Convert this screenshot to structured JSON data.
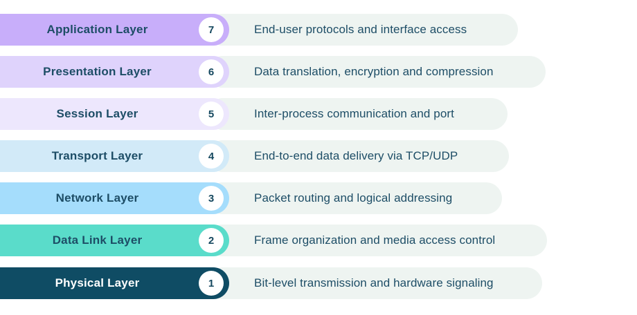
{
  "layers": [
    {
      "name": "Application Layer",
      "number": "7",
      "description": "End-user protocols and interface access",
      "color": "#C8AEFA",
      "text_color": "#1D4D66"
    },
    {
      "name": "Presentation Layer",
      "number": "6",
      "description": "Data translation, encryption and compression",
      "color": "#DFD3FC",
      "text_color": "#1D4D66"
    },
    {
      "name": "Session Layer",
      "number": "5",
      "description": "Inter-process communication and port",
      "color": "#EDE7FD",
      "text_color": "#1D4D66"
    },
    {
      "name": "Transport Layer",
      "number": "4",
      "description": "End-to-end data delivery via TCP/UDP",
      "color": "#D2EAF8",
      "text_color": "#1D4D66"
    },
    {
      "name": "Network Layer",
      "number": "3",
      "description": "Packet routing and logical addressing",
      "color": "#A5DDFC",
      "text_color": "#1D4D66"
    },
    {
      "name": "Data Link Layer",
      "number": "2",
      "description": "Frame organization and media access control",
      "color": "#5ADCCA",
      "text_color": "#1D4D66"
    },
    {
      "name": "Physical Layer",
      "number": "1",
      "description": "Bit-level transmission and hardware signaling",
      "color": "#0F4C64",
      "text_color": "#FFFFFF"
    }
  ],
  "badge": {
    "background": "#FFFFFF",
    "number_color": "#15485F"
  },
  "description_pill": {
    "background": "#EEF4F1",
    "text_color": "#1D4D66"
  }
}
